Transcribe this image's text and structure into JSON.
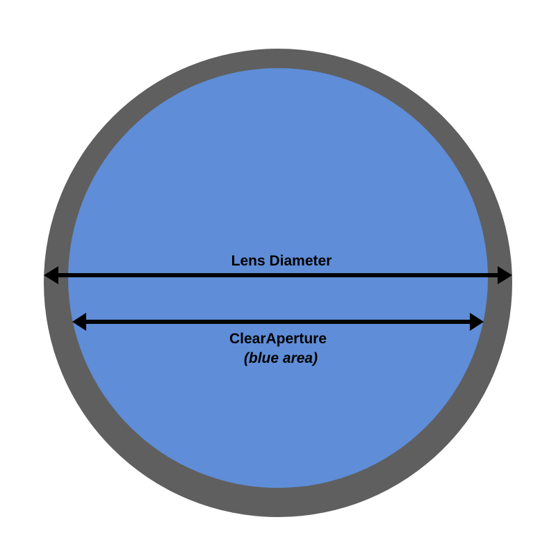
{
  "labels": {
    "lens_diameter": "Lens Diameter",
    "clear_aperture": "ClearAperture",
    "clear_aperture_note": "(blue area)"
  },
  "colors": {
    "lens_rim": "#5f5f5f",
    "clear_aperture_area": "#5f8dd7",
    "arrow": "#000000",
    "background": "#ffffff"
  }
}
